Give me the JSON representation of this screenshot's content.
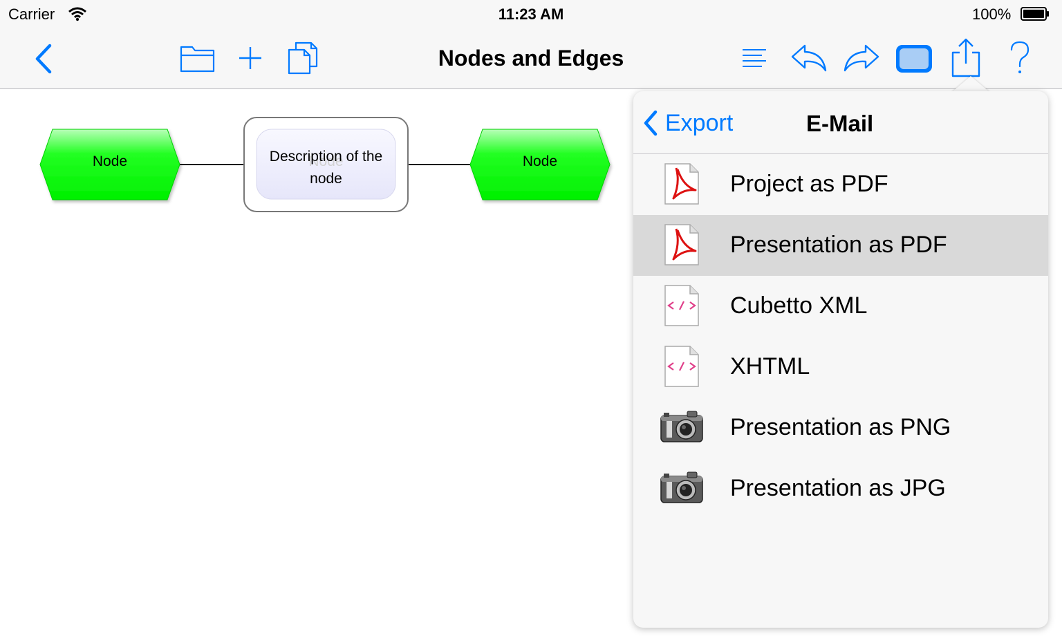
{
  "status_bar": {
    "carrier": "Carrier",
    "time": "11:23 AM",
    "battery": "100%"
  },
  "nav_bar": {
    "title": "Nodes and Edges",
    "tint_color": "#007aff",
    "buttons": [
      "back-icon",
      "folder-icon",
      "plus-icon",
      "copy-icon",
      "list-icon",
      "undo-icon",
      "redo-icon",
      "shape-icon",
      "share-icon",
      "help-icon"
    ]
  },
  "canvas": {
    "nodes": [
      {
        "label": "Node",
        "color": "#00ff00"
      },
      {
        "label": "Node",
        "color": "#00ff00"
      }
    ],
    "description": {
      "text_line1": "Description of the",
      "text_line2": "node",
      "hidden_label": "Node"
    }
  },
  "popover": {
    "back_label": "Export",
    "title": "E-Mail",
    "items": [
      {
        "label": "Project as PDF",
        "icon": "pdf-icon",
        "selected": false
      },
      {
        "label": "Presentation as PDF",
        "icon": "pdf-icon",
        "selected": true
      },
      {
        "label": "Cubetto XML",
        "icon": "xml-icon",
        "selected": false
      },
      {
        "label": "XHTML",
        "icon": "xml-icon",
        "selected": false
      },
      {
        "label": "Presentation as PNG",
        "icon": "camera-icon",
        "selected": false
      },
      {
        "label": "Presentation as JPG",
        "icon": "camera-icon",
        "selected": false
      }
    ]
  }
}
